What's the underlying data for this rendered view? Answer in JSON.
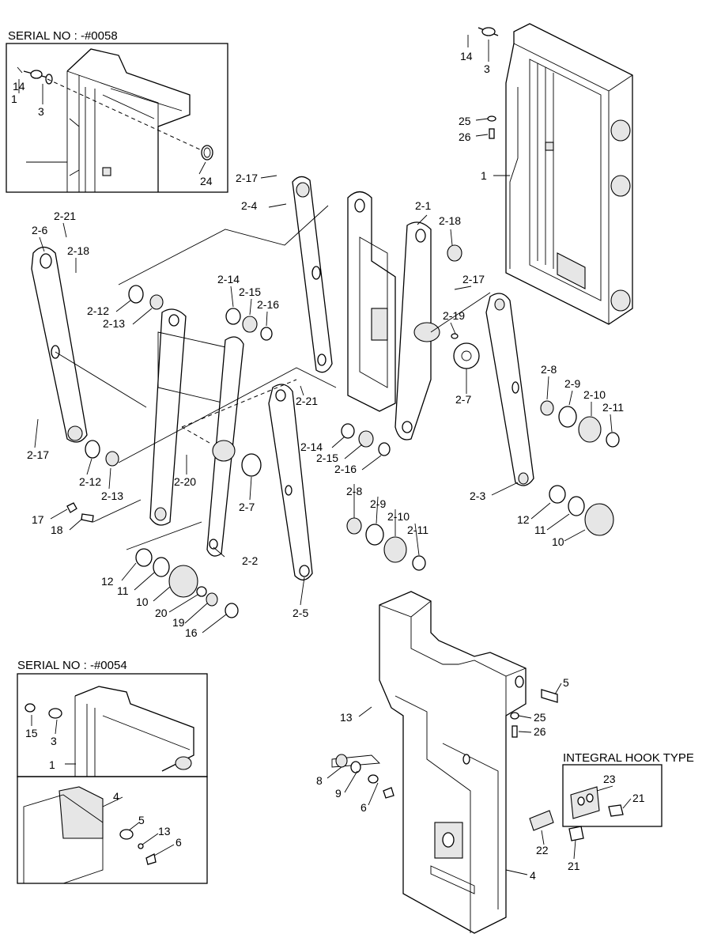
{
  "insets": {
    "serial_0058": "SERIAL NO : -#0058",
    "serial_0054": "SERIAL NO : -#0054",
    "integral_hook": "INTEGRAL HOOK TYPE"
  },
  "labels": [
    "1",
    "3",
    "14",
    "24",
    "14",
    "3",
    "25",
    "26",
    "1",
    "2-17",
    "2-4",
    "2-1",
    "2-18",
    "2-21",
    "2-6",
    "2-18",
    "2-14",
    "2-15",
    "2-16",
    "2-12",
    "2-13",
    "2-17",
    "2-19",
    "2-7",
    "2-8",
    "2-9",
    "2-10",
    "2-11",
    "2-21",
    "2-14",
    "2-15",
    "2-16",
    "2-17",
    "2-12",
    "2-13",
    "2-20",
    "2-7",
    "2-3",
    "2-8",
    "2-9",
    "2-10",
    "2-11",
    "12",
    "11",
    "10",
    "17",
    "18",
    "12",
    "11",
    "10",
    "20",
    "19",
    "16",
    "2-2",
    "2-5",
    "15",
    "3",
    "1",
    "4",
    "5",
    "13",
    "6",
    "5",
    "13",
    "25",
    "26",
    "8",
    "9",
    "6",
    "23",
    "21",
    "22",
    "21",
    "4"
  ]
}
